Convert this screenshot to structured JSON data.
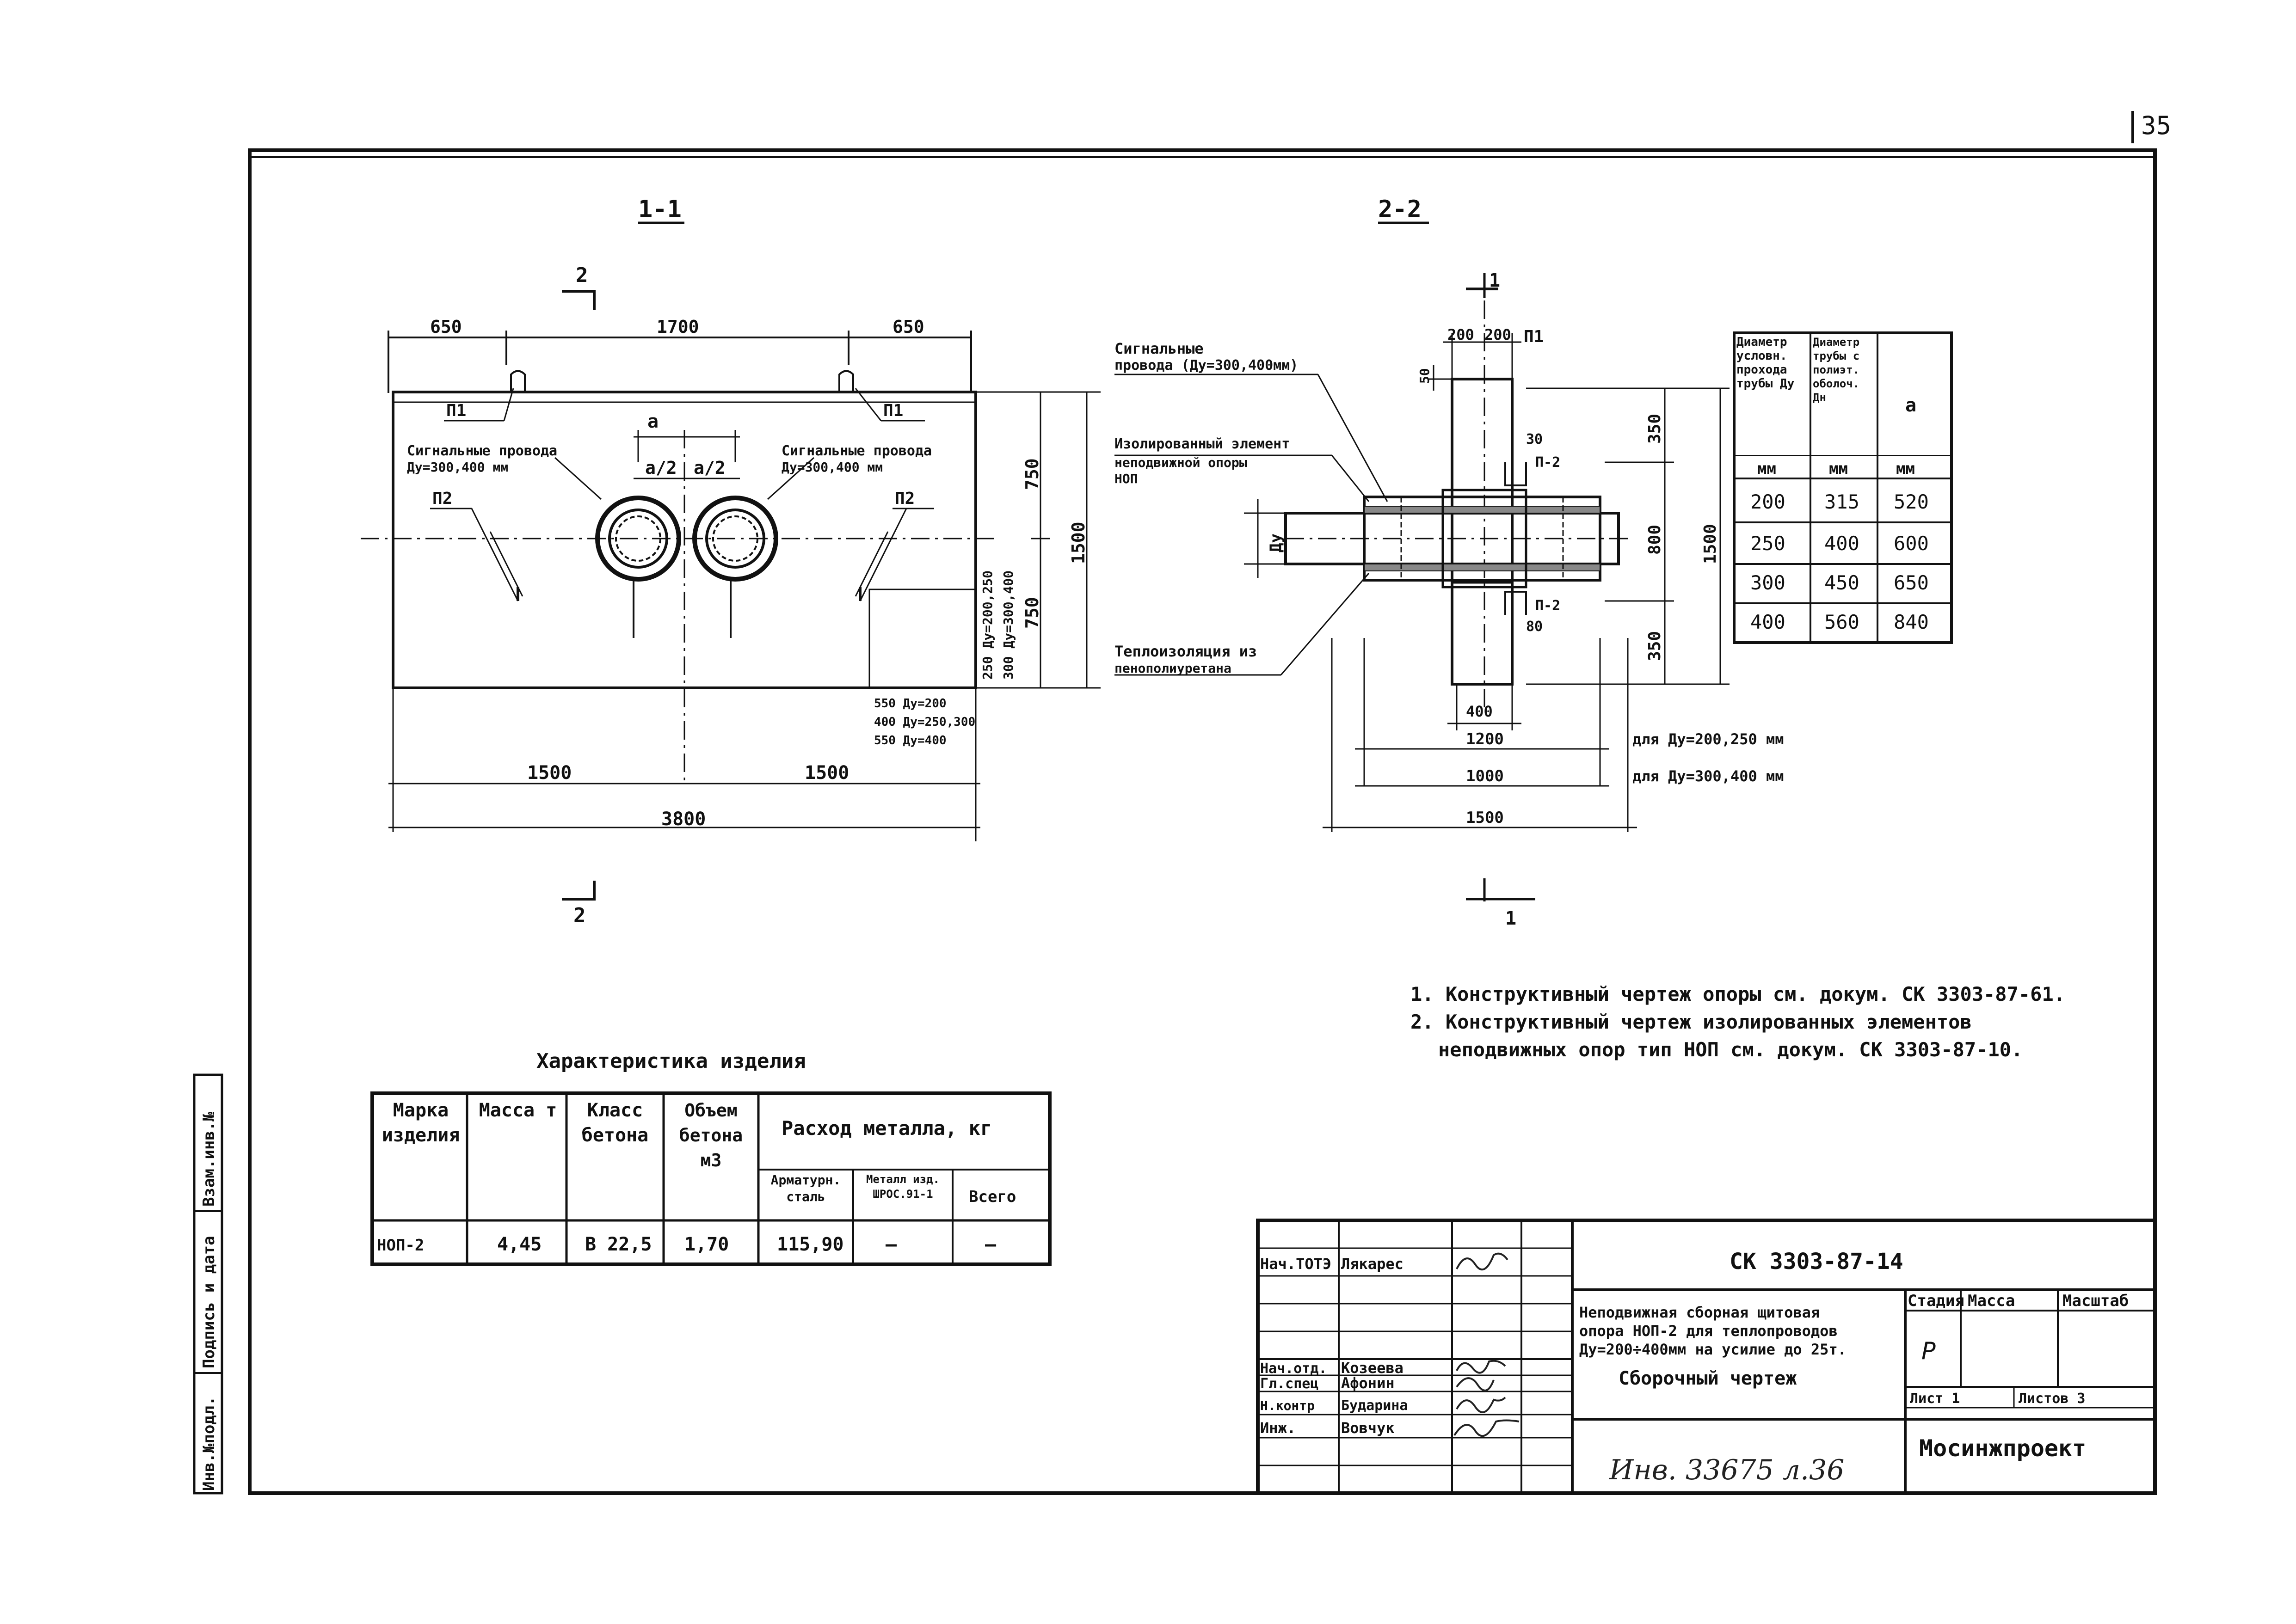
{
  "page_number": "35",
  "section_1": {
    "title": "1-1",
    "cut_mark": "2",
    "dims_top": [
      "650",
      "1700",
      "650"
    ],
    "dims_bottom": [
      "1500",
      "1500",
      "3800"
    ],
    "dims_right": [
      "750",
      "750",
      "1500"
    ],
    "label_a": "a",
    "label_a2_left": "a/2",
    "label_a2_right": "a/2",
    "p1_left": "П1",
    "p1_right": "П1",
    "p2_left": "П2",
    "p2_right": "П2",
    "wires_left": [
      "Сигнальные провода",
      "Ду=300,400 мм"
    ],
    "wires_right": [
      "Сигнальные провода",
      "Ду=300,400 мм"
    ],
    "side_dims": [
      "250 Ду=200,250",
      "300 Ду=300,400"
    ],
    "small_dims": [
      "550 Ду=200",
      "400 Ду=250,300",
      "550 Ду=400"
    ]
  },
  "section_2": {
    "title": "2-2",
    "cut_mark": "1",
    "dims_top": [
      "200",
      "200"
    ],
    "label_p1": "П1",
    "label_p2_top": "П-2",
    "label_p2_bottom": "П-2",
    "dim_50": "50",
    "dim_30": "30",
    "dim_80": "80",
    "dims_right": [
      "350",
      "800",
      "350",
      "1500"
    ],
    "dims_bottom": [
      "400",
      "1200",
      "1000",
      "1500"
    ],
    "label_du": "Ду",
    "callout_wires": [
      "Сигнальные",
      "провода (Ду=300,400мм)"
    ],
    "callout_element": [
      "Изолированный элемент",
      "неподвижной опоры",
      "НОП"
    ],
    "callout_insulation": [
      "Теплоизоляция из",
      "пенополиуретана"
    ],
    "note_1200": "для Ду=200,250 мм",
    "note_1000": "для Ду=300,400 мм"
  },
  "pipe_table": {
    "headers": [
      "Диаметр условн. прохода трубы Ду",
      "Диаметр трубы с полиэт. оболоч. Дн",
      "a"
    ],
    "units": [
      "мм",
      "мм",
      "мм"
    ],
    "rows": [
      [
        "200",
        "315",
        "520"
      ],
      [
        "250",
        "400",
        "600"
      ],
      [
        "300",
        "450",
        "650"
      ],
      [
        "400",
        "560",
        "840"
      ]
    ]
  },
  "notes": [
    "1. Конструктивный чертеж опоры см. докум. СК 3303-87-61.",
    "2. Конструктивный чертеж изолированных элементов",
    "неподвижных опор тип НОП см. докум. СК 3303-87-10."
  ],
  "spec_table": {
    "title": "Характеристика изделия",
    "headers": [
      "Марка изделия",
      "Масса т",
      "Класс бетона",
      "Объем бетона м3",
      "Расход металла, кг"
    ],
    "sub_headers": [
      "Арматурн. сталь",
      "Металл изд. ШРОС.91-1",
      "Всего"
    ],
    "row": [
      "НОП-2",
      "4,45",
      "В 22,5",
      "1,70",
      "115,90",
      "—",
      "—"
    ]
  },
  "title_block": {
    "doc_code": "СК 3303-87-14",
    "description": [
      "Неподвижная сборная щитовая",
      "опора НОП-2 для теплопроводов",
      "Ду=200÷400мм на усилие до 25т."
    ],
    "drawing_type": "Сборочный чертеж",
    "stage_header": "Стадия",
    "mass_header": "Масса",
    "scale_header": "Масштаб",
    "stage": "Р",
    "sheet_label": "Лист 1",
    "sheets_label": "Листов 3",
    "organization": "Мосинжпроект",
    "signatures": [
      {
        "role": "Нач.ТОТЭ",
        "name": "Лякарес"
      },
      {
        "role": "Нач.отд.",
        "name": "Козеева"
      },
      {
        "role": "Гл.спец",
        "name": "Афонин"
      },
      {
        "role": "Н.контр",
        "name": "Бударина"
      },
      {
        "role": "Инж.",
        "name": "Вовчук"
      }
    ],
    "inventory": "Инв. 33675 л.36"
  },
  "left_stamp": [
    "Инв.№подл.",
    "Подпись и дата",
    "Взам.инв.№"
  ]
}
